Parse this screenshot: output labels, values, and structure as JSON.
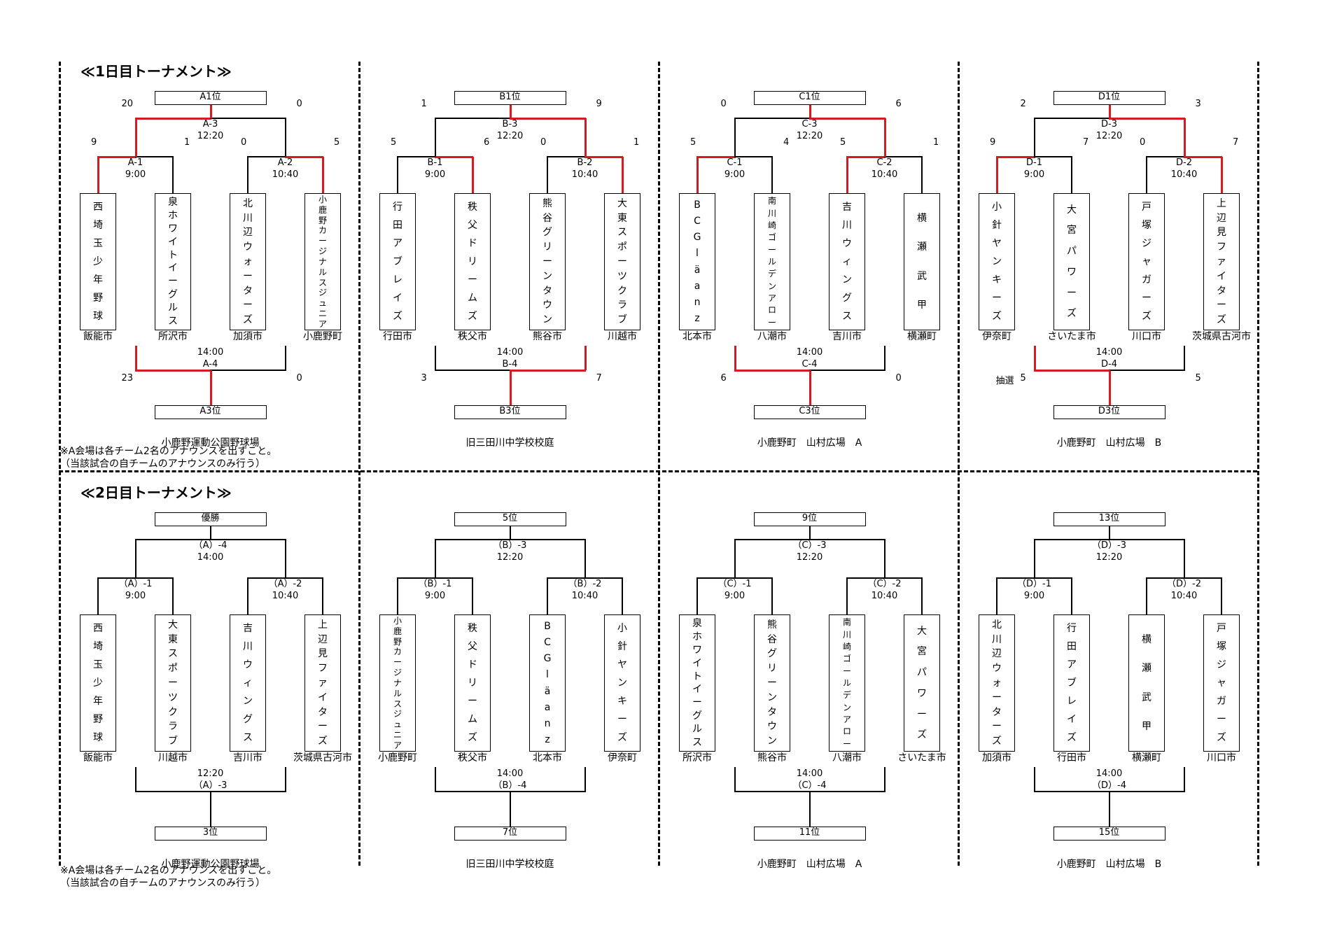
{
  "colors": {
    "line": "#000000",
    "winner_line": "#d71920"
  },
  "day1": {
    "title": "≪1日目トーナメント≫",
    "notes": [
      "※A会場は各チーム2名のアナウンスを出すこと。",
      "（当該試合の自チームのアナウンスのみ行う）"
    ],
    "brackets": [
      {
        "top_rank": "A1位",
        "bottom_rank": "A3位",
        "venue": "小鹿野運動公園野球場",
        "teams": [
          {
            "name": "西埼玉少年野球",
            "city": "飯能市"
          },
          {
            "name": "泉ホワイトイーグルス",
            "city": "所沢市"
          },
          {
            "name": "北川辺ウォーターズ",
            "city": "加須市"
          },
          {
            "name": "小鹿野カージナルスジュニア",
            "city": "小鹿野町"
          }
        ],
        "semi_left": {
          "label": "A-1",
          "time": "9:00",
          "score_left": "9",
          "score_right": "1"
        },
        "semi_right": {
          "label": "A-2",
          "time": "10:40",
          "score_left": "0",
          "score_right": "5"
        },
        "final": {
          "label": "A-3",
          "time": "12:20",
          "score_left": "20",
          "score_right": "0"
        },
        "third": {
          "label": "A-4",
          "time": "14:00",
          "score_left": "23",
          "score_right": "0"
        }
      },
      {
        "top_rank": "B1位",
        "bottom_rank": "B3位",
        "venue": "旧三田川中学校校庭",
        "teams": [
          {
            "name": "行田アブレイズ",
            "city": "行田市"
          },
          {
            "name": "秩父ドリームズ",
            "city": "秩父市"
          },
          {
            "name": "熊谷グリーンタウン",
            "city": "熊谷市"
          },
          {
            "name": "大東スポーツクラブ",
            "city": "川越市"
          }
        ],
        "semi_left": {
          "label": "B-1",
          "time": "9:00",
          "score_left": "5",
          "score_right": "6"
        },
        "semi_right": {
          "label": "B-2",
          "time": "10:40",
          "score_left": "0",
          "score_right": "1"
        },
        "final": {
          "label": "B-3",
          "time": "12:20",
          "score_left": "1",
          "score_right": "9"
        },
        "third": {
          "label": "B-4",
          "time": "14:00",
          "score_left": "3",
          "score_right": "7"
        }
      },
      {
        "top_rank": "C1位",
        "bottom_rank": "C3位",
        "venue": "小鹿野町　山村広場　A",
        "teams": [
          {
            "name": "BC Gläanz",
            "city": "北本市"
          },
          {
            "name": "南川崎ゴールデンアロー",
            "city": "八潮市"
          },
          {
            "name": "吉川ウィングス",
            "city": "吉川市"
          },
          {
            "name": "横瀬武甲",
            "city": "横瀬町"
          }
        ],
        "semi_left": {
          "label": "C-1",
          "time": "9:00",
          "score_left": "5",
          "score_right": "4"
        },
        "semi_right": {
          "label": "C-2",
          "time": "10:40",
          "score_left": "5",
          "score_right": "1"
        },
        "final": {
          "label": "C-3",
          "time": "12:20",
          "score_left": "0",
          "score_right": "6"
        },
        "third": {
          "label": "C-4",
          "time": "14:00",
          "score_left": "6",
          "score_right": "0"
        }
      },
      {
        "top_rank": "D1位",
        "bottom_rank": "D3位",
        "venue": "小鹿野町　山村広場　B",
        "teams": [
          {
            "name": "小針ヤンキーズ",
            "city": "伊奈町"
          },
          {
            "name": "大宮パワーズ",
            "city": "さいたま市"
          },
          {
            "name": "戸塚ジャガーズ",
            "city": "川口市"
          },
          {
            "name": "上辺見ファイターズ",
            "city": "茨城県古河市"
          }
        ],
        "semi_left": {
          "label": "D-1",
          "time": "9:00",
          "score_left": "9",
          "score_right": "7"
        },
        "semi_right": {
          "label": "D-2",
          "time": "10:40",
          "score_left": "0",
          "score_right": "7"
        },
        "final": {
          "label": "D-3",
          "time": "12:20",
          "score_left": "2",
          "score_right": "3"
        },
        "third": {
          "label": "D-4",
          "time": "14:00",
          "score_left": "5",
          "score_right": "5"
        },
        "lottery": "抽選"
      }
    ]
  },
  "day2": {
    "title": "≪2日目トーナメント≫",
    "notes": [
      "※A会場は各チーム2名のアナウンスを出すこと。",
      "（当該試合の自チームのアナウンスのみ行う）"
    ],
    "brackets": [
      {
        "top_rank": "優勝",
        "bottom_rank": "3位",
        "venue": "小鹿野運動公園野球場",
        "teams": [
          {
            "name": "西埼玉少年野球",
            "city": "飯能市"
          },
          {
            "name": "大東スポーツクラブ",
            "city": "川越市"
          },
          {
            "name": "吉川ウィングス",
            "city": "吉川市"
          },
          {
            "name": "上辺見ファイターズ",
            "city": "茨城県古河市"
          }
        ],
        "semi_left": {
          "label": "（A）-1",
          "time": "9:00"
        },
        "semi_right": {
          "label": "（A）-2",
          "time": "10:40"
        },
        "final": {
          "label": "（A）-4",
          "time": "14:00"
        },
        "third": {
          "label": "（A）-3",
          "time": "12:20"
        }
      },
      {
        "top_rank": "5位",
        "bottom_rank": "7位",
        "venue": "旧三田川中学校校庭",
        "teams": [
          {
            "name": "小鹿野カージナルスジュニア",
            "city": "小鹿野町"
          },
          {
            "name": "秩父ドリームズ",
            "city": "秩父市"
          },
          {
            "name": "BC Gläanz",
            "city": "北本市"
          },
          {
            "name": "小針ヤンキーズ",
            "city": "伊奈町"
          }
        ],
        "semi_left": {
          "label": "（B）-1",
          "time": "9:00"
        },
        "semi_right": {
          "label": "（B）-2",
          "time": "10:40"
        },
        "final": {
          "label": "（B）-3",
          "time": "12:20"
        },
        "third": {
          "label": "（B）-4",
          "time": "14:00"
        }
      },
      {
        "top_rank": "9位",
        "bottom_rank": "11位",
        "venue": "小鹿野町　山村広場　A",
        "teams": [
          {
            "name": "泉ホワイトイーグルス",
            "city": "所沢市"
          },
          {
            "name": "熊谷グリーンタウン",
            "city": "熊谷市"
          },
          {
            "name": "南川崎ゴールデンアロー",
            "city": "八潮市"
          },
          {
            "name": "大宮パワーズ",
            "city": "さいたま市"
          }
        ],
        "semi_left": {
          "label": "（C）-1",
          "time": "9:00"
        },
        "semi_right": {
          "label": "（C）-2",
          "time": "10:40"
        },
        "final": {
          "label": "（C）-3",
          "time": "12:20"
        },
        "third": {
          "label": "（C）-4",
          "time": "14:00"
        }
      },
      {
        "top_rank": "13位",
        "bottom_rank": "15位",
        "venue": "小鹿野町　山村広場　B",
        "teams": [
          {
            "name": "北川辺ウォーターズ",
            "city": "加須市"
          },
          {
            "name": "行田アブレイズ",
            "city": "行田市"
          },
          {
            "name": "横瀬武甲",
            "city": "横瀬町"
          },
          {
            "name": "戸塚ジャガーズ",
            "city": "川口市"
          }
        ],
        "semi_left": {
          "label": "（D）-1",
          "time": "9:00"
        },
        "semi_right": {
          "label": "（D）-2",
          "time": "10:40"
        },
        "final": {
          "label": "（D）-3",
          "time": "12:20"
        },
        "third": {
          "label": "（D）-4",
          "time": "14:00"
        }
      }
    ]
  }
}
